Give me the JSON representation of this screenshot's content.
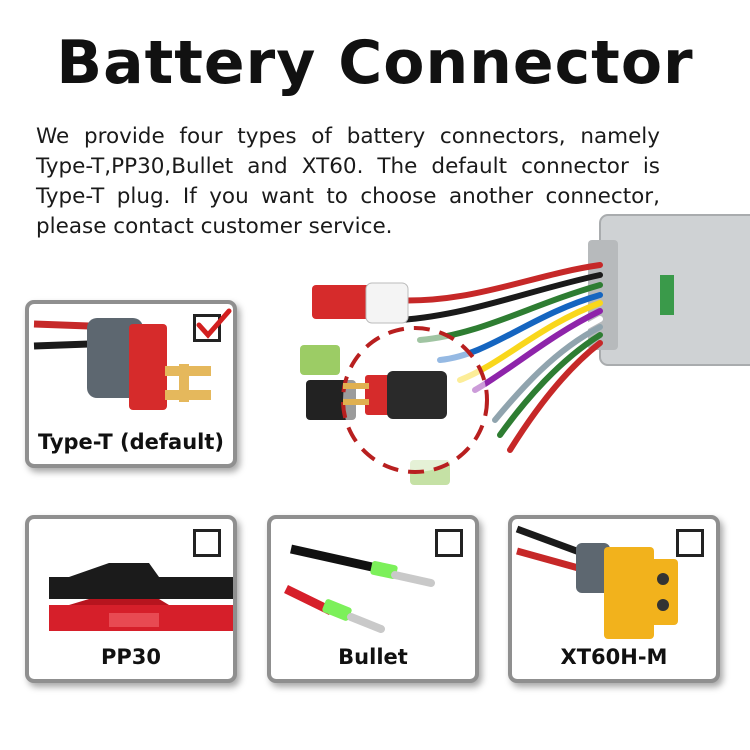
{
  "header": {
    "title": "Battery Connector",
    "description": "We provide four types of battery connectors, namely Type-T,PP30,Bullet and XT60. The default connector is Type-T plug. If you want to choose another connector, please contact customer service."
  },
  "options": [
    {
      "label": "Type-T (default)",
      "checked": true
    },
    {
      "label": "PP30",
      "checked": false
    },
    {
      "label": "Bullet",
      "checked": false
    },
    {
      "label": "XT60H-M",
      "checked": false
    }
  ],
  "colors": {
    "check": "#d21f1f",
    "card_border": "#8f8f8f",
    "connector_red": "#d62b2b",
    "xt60_yellow": "#f2b21c"
  }
}
